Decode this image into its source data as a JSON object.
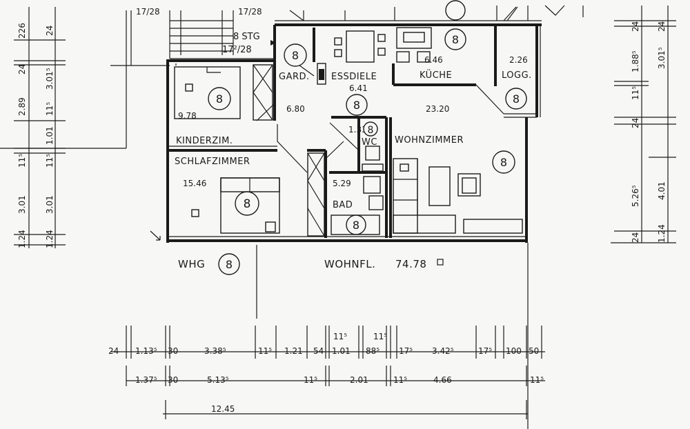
{
  "header": {
    "stair_note": "8 STG",
    "stair_ratio": "17²/28",
    "top_cut_left": "17/28",
    "top_cut_right": "17/28"
  },
  "unit_number": "8",
  "rooms": [
    {
      "id": "kinderzimmer",
      "name": "KINDERZIM.",
      "area": "9.78"
    },
    {
      "id": "schlafzimmer",
      "name": "SCHLAFZIMMER",
      "area": "15.46"
    },
    {
      "id": "flur",
      "name": "",
      "area": "6.80"
    },
    {
      "id": "garderobe",
      "name": "GARD.",
      "area": ""
    },
    {
      "id": "essdiele",
      "name": "ESSDIELE",
      "area": "6.41"
    },
    {
      "id": "kueche",
      "name": "KÜCHE",
      "area": "6.46"
    },
    {
      "id": "loggia",
      "name": "LOGG.",
      "area": "2.26"
    },
    {
      "id": "wohnzimmer",
      "name": "WOHNZIMMER",
      "area": "23.20"
    },
    {
      "id": "wc",
      "name": "WC",
      "area": "1.33"
    },
    {
      "id": "bad",
      "name": "BAD",
      "area": "5.29"
    }
  ],
  "footer": {
    "unit_label": "WHG",
    "area_label": "WOHNFL.",
    "area_value": "74.78"
  },
  "dims_row1": [
    "24",
    "1.13⁵",
    "30",
    "3.38⁵",
    "11⁵",
    "1.21",
    "54",
    "1.01",
    "88⁵",
    "17⁵",
    "3.42⁵",
    "17⁵",
    "100",
    "50"
  ],
  "dims_row1_above": [
    "11⁵",
    "11⁵"
  ],
  "dims_row2": [
    "1.37⁵",
    "30",
    "5.13⁵",
    "11⁵",
    "2.01",
    "11⁵",
    "4.66",
    "11⁵"
  ],
  "dims_row3": [
    "12.45"
  ],
  "left_dims_outer": [
    "226",
    "24",
    "2.89",
    "11⁵",
    "3.01",
    "1.24"
  ],
  "left_dims_inner": [
    "24",
    "3.01⁵",
    "11⁵",
    "1.01",
    "11⁵",
    "3.01",
    "1.24"
  ],
  "right_dims_inner": [
    "24",
    "1.88⁵",
    "11⁵",
    "24",
    "5.26⁵",
    "24"
  ],
  "right_dims_outer": [
    "24",
    "3.01⁵",
    "4.01",
    "1.24"
  ]
}
